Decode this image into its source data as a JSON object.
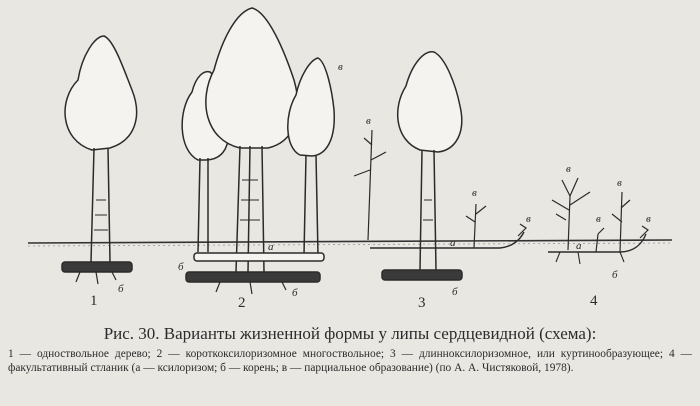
{
  "figure": {
    "numbers": [
      "1",
      "2",
      "3",
      "4"
    ],
    "marker_a": "а",
    "marker_b": "б",
    "marker_v": "в"
  },
  "caption": {
    "title": "Рис. 30. Варианты жизненной формы у липы сердцевидной (схема):",
    "legend": "1 — одноствольное дерево; 2 — короткоксилоризомное многоствольное; 3 — длинноксилоризомное, или куртинообразующее; 4 — факультативный стланик (а — ксилоризом; б — корень; в — парциальное образование) (по А. А. Чистяковой, 1978)."
  }
}
